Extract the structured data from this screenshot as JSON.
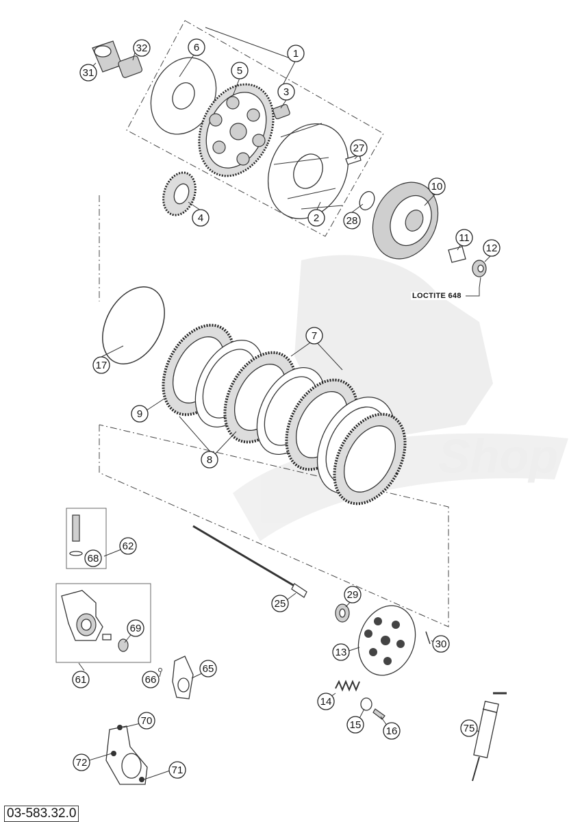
{
  "diagram": {
    "drawing_number": "03-583.32.0",
    "note": "LOCTITE 648",
    "watermark_text": "Shop",
    "callouts": [
      "1",
      "2",
      "3",
      "4",
      "5",
      "6",
      "7",
      "8",
      "9",
      "10",
      "11",
      "12",
      "13",
      "14",
      "15",
      "16",
      "17",
      "25",
      "27",
      "28",
      "29",
      "30",
      "31",
      "32",
      "61",
      "62",
      "65",
      "66",
      "68",
      "69",
      "70",
      "71",
      "72",
      "75"
    ]
  }
}
